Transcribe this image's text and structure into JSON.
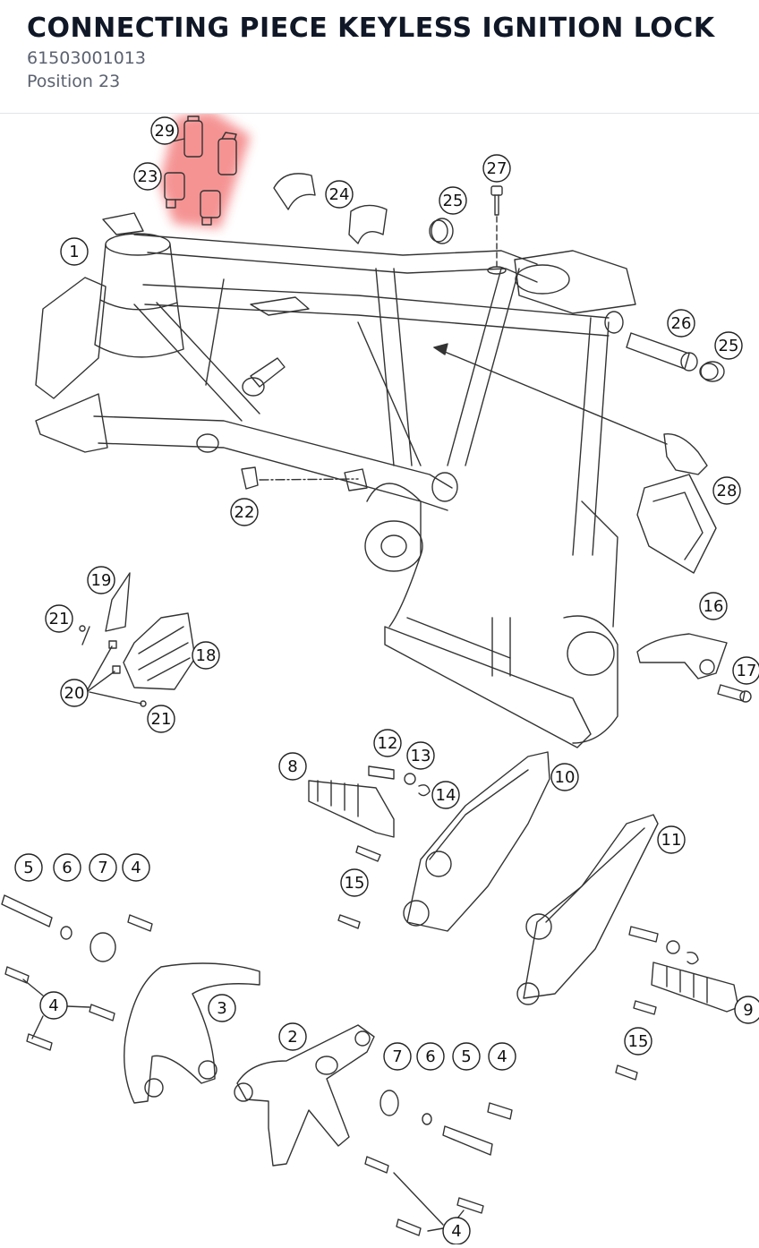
{
  "header": {
    "title": "CONNECTING PIECE KEYLESS IGNITION LOCK",
    "part_number": "61503001013",
    "position": "Position 23"
  },
  "colors": {
    "highlight": "#f26f6f",
    "line": "#333333",
    "title": "#101827",
    "subtitle": "#5b6270"
  },
  "callouts": {
    "c29": "29",
    "c23": "23",
    "c24": "24",
    "c25a": "25",
    "c27": "27",
    "c1": "1",
    "c26": "26",
    "c25b": "25",
    "c28": "28",
    "c22": "22",
    "c19": "19",
    "c21a": "21",
    "c18": "18",
    "c20": "20",
    "c21b": "21",
    "c16": "16",
    "c17": "17",
    "c12": "12",
    "c13": "13",
    "c8": "8",
    "c10": "10",
    "c14": "14",
    "c11": "11",
    "c15a": "15",
    "c5a": "5",
    "c6a": "6",
    "c7a": "7",
    "c4a": "4",
    "c4b": "4",
    "c3": "3",
    "c9": "9",
    "c15b": "15",
    "c2": "2",
    "c7b": "7",
    "c6b": "6",
    "c5b": "5",
    "c4c": "4",
    "c4d": "4"
  }
}
